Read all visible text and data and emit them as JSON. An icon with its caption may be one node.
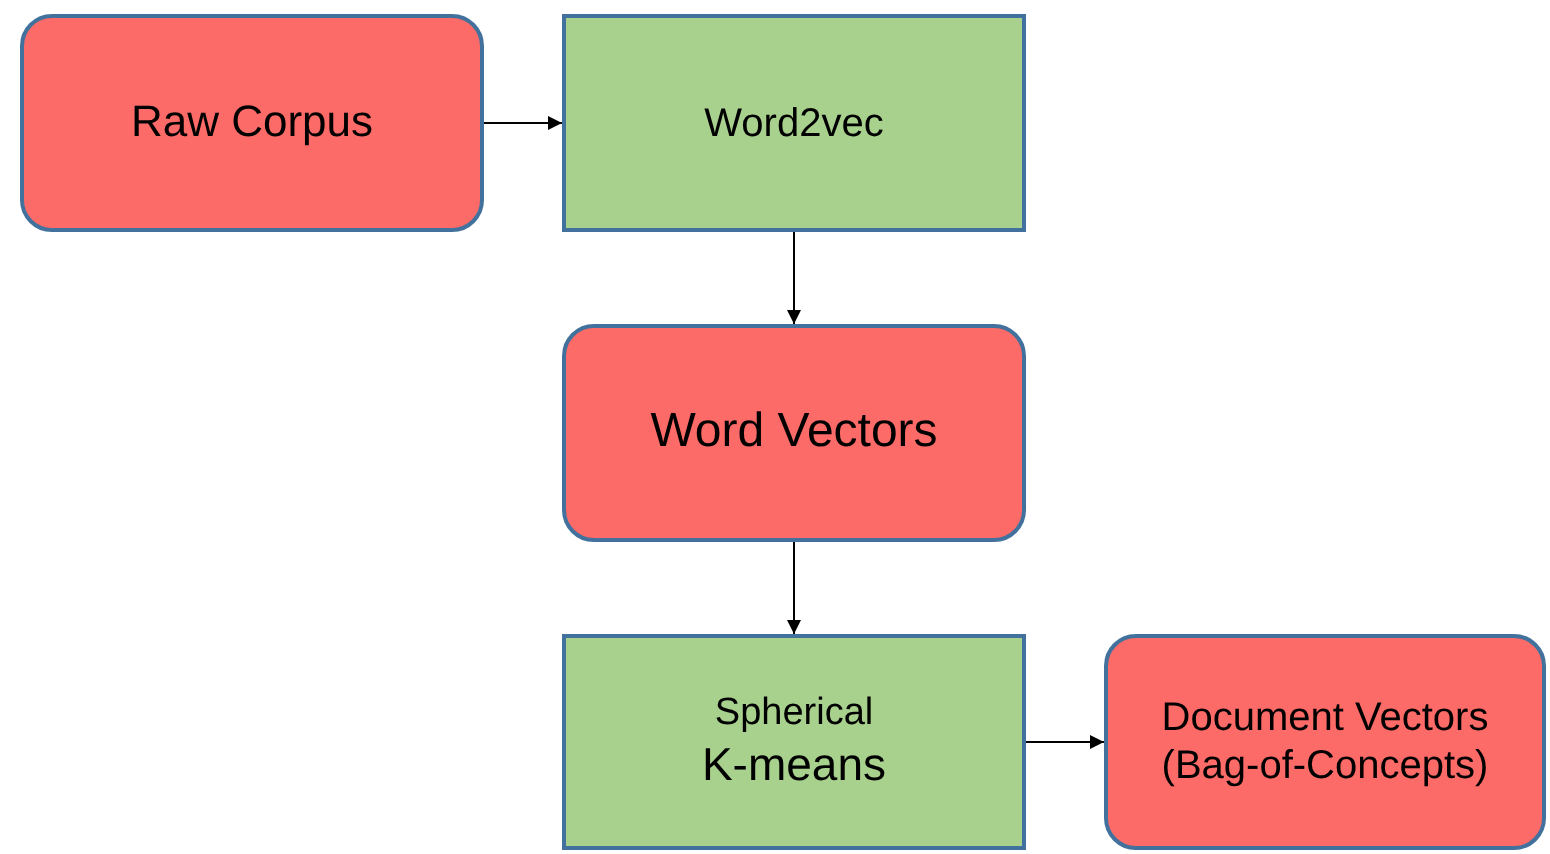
{
  "diagram": {
    "nodes": [
      {
        "text": [
          "Raw Corpus"
        ]
      },
      {
        "text": [
          "Word2vec"
        ]
      },
      {
        "text": [
          "Word Vectors"
        ]
      },
      {
        "text": [
          "Spherical",
          "K-means"
        ]
      },
      {
        "text": [
          "Document Vectors (Bag-of-Concepts)"
        ]
      }
    ],
    "edges": [
      {
        "from": 0,
        "to": 1,
        "arrow": "to"
      },
      {
        "from": 1,
        "to": 2,
        "arrow": "to"
      },
      {
        "from": 2,
        "to": 3,
        "arrow": "to"
      },
      {
        "from": 3,
        "to": 4,
        "arrow": "to"
      }
    ]
  }
}
